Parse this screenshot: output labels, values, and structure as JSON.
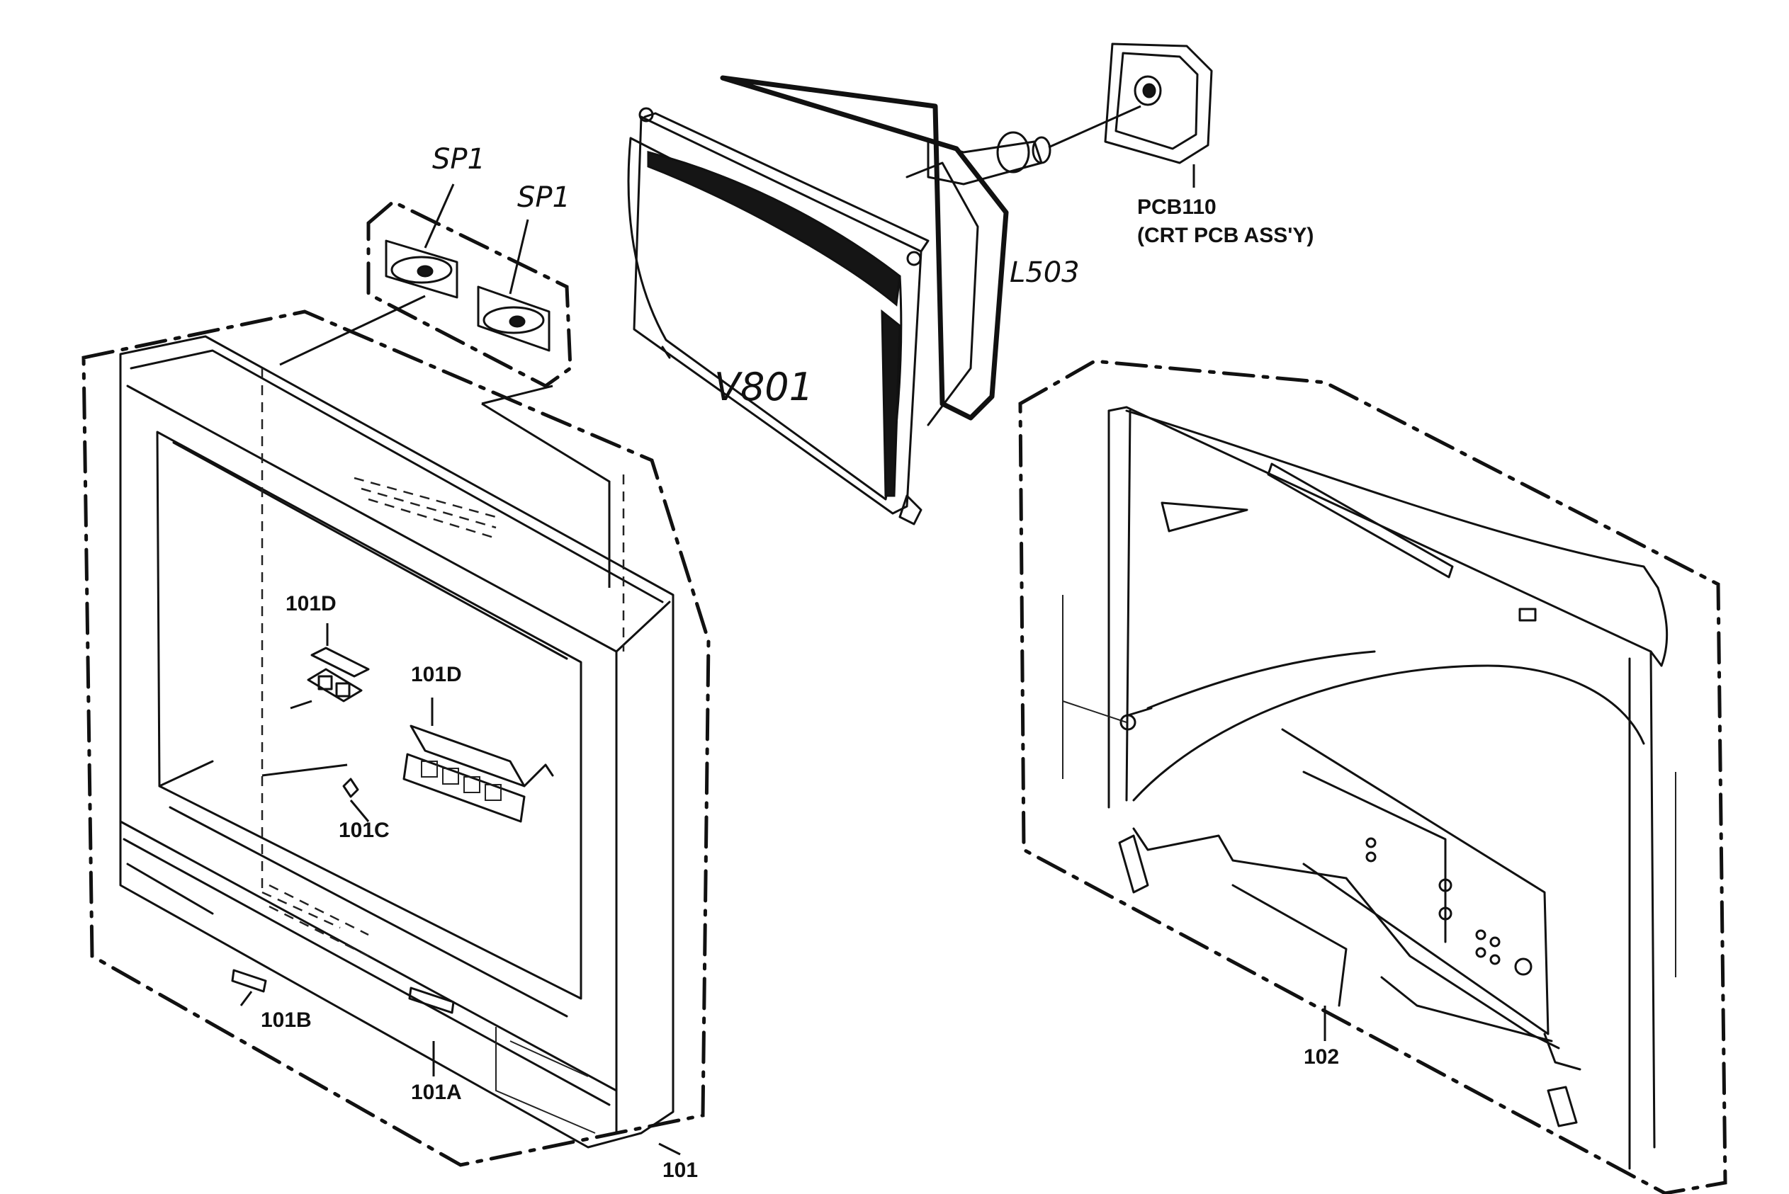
{
  "labels": {
    "pcb_ref": "PCB110",
    "pcb_desc": "(CRT PCB ASS'Y)",
    "crt": "V801",
    "deflection_yoke": "L503",
    "speaker_left": "SP1",
    "speaker_right": "SP1",
    "control_bracket_upper": "101D",
    "control_bracket_lower": "101D",
    "spring": "101C",
    "power_button": "101B",
    "front_cabinet_bottom": "101A",
    "front_cabinet_assembly": "101",
    "back_cabinet": "102"
  }
}
